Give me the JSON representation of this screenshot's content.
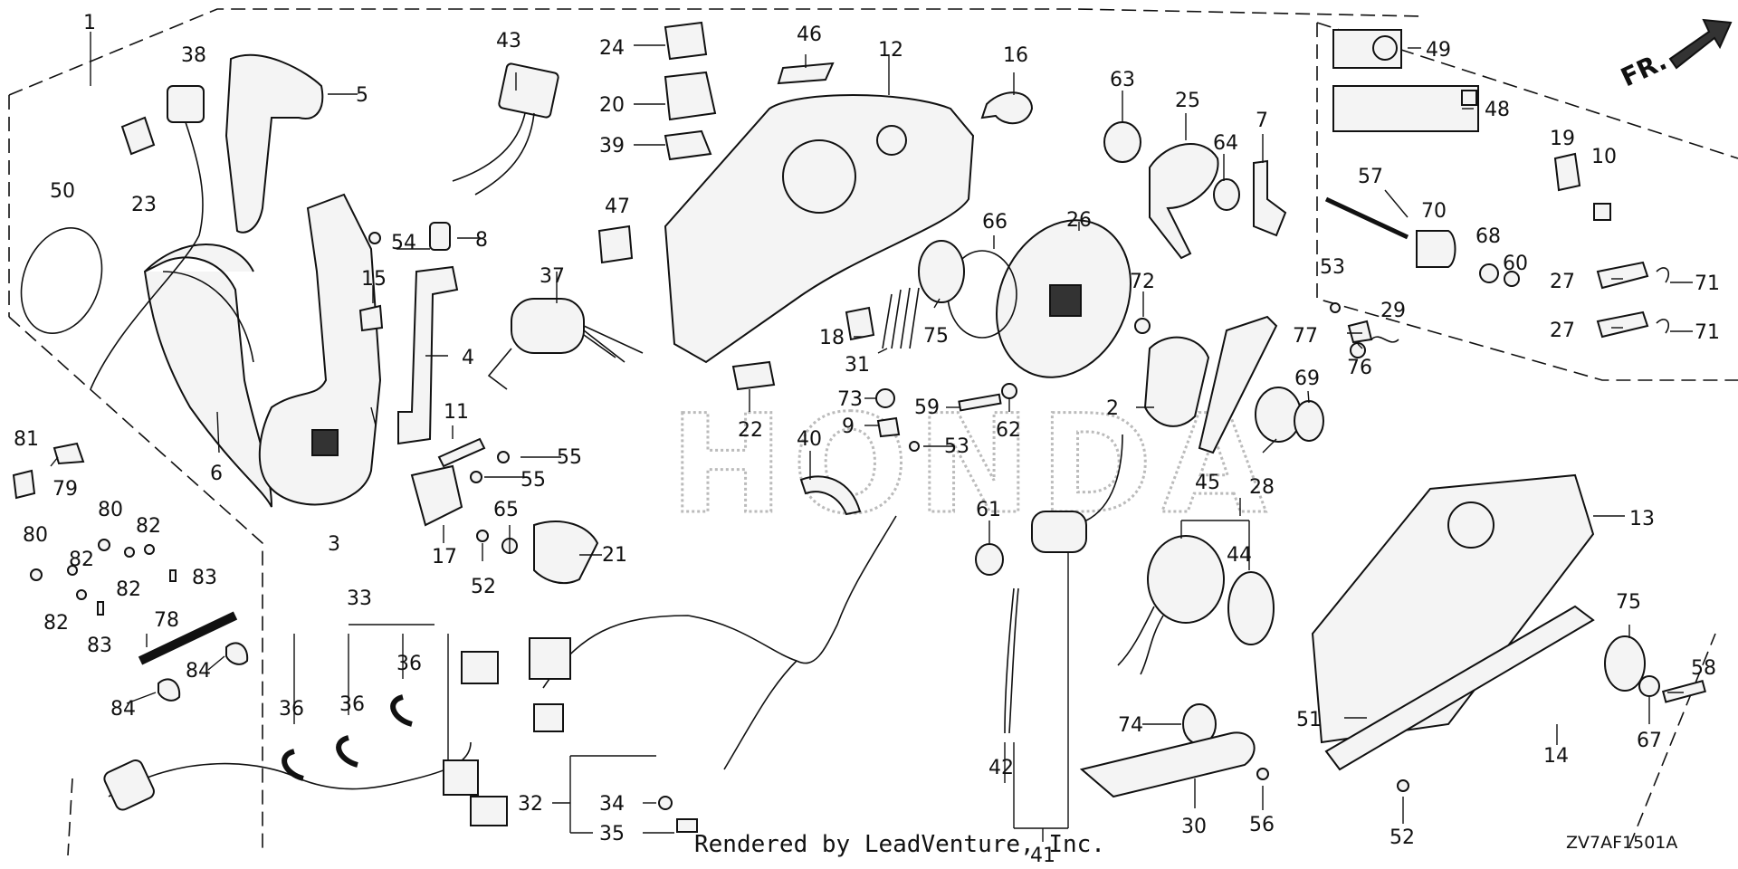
{
  "watermark": "HONDA",
  "credit": "Rendered by LeadVenture, Inc.",
  "diagram_code": "ZV7AF1501A",
  "direction_label": "FR.",
  "callouts": {
    "c1": "1",
    "c2": "2",
    "c3": "3",
    "c4": "4",
    "c5": "5",
    "c6": "6",
    "c7": "7",
    "c8": "8",
    "c9": "9",
    "c10": "10",
    "c11": "11",
    "c12": "12",
    "c13": "13",
    "c14": "14",
    "c15": "15",
    "c16": "16",
    "c17": "17",
    "c18": "18",
    "c19": "19",
    "c20": "20",
    "c21": "21",
    "c22": "22",
    "c23": "23",
    "c24": "24",
    "c25": "25",
    "c26": "26",
    "c27a": "27",
    "c27b": "27",
    "c28": "28",
    "c29": "29",
    "c30": "30",
    "c31": "31",
    "c32": "32",
    "c33": "33",
    "c34": "34",
    "c35": "35",
    "c36a": "36",
    "c36b": "36",
    "c36c": "36",
    "c37": "37",
    "c38": "38",
    "c39": "39",
    "c40": "40",
    "c41": "41",
    "c42": "42",
    "c43": "43",
    "c44": "44",
    "c45": "45",
    "c46": "46",
    "c47": "47",
    "c48": "48",
    "c49": "49",
    "c50": "50",
    "c51": "51",
    "c52a": "52",
    "c52b": "52",
    "c53a": "53",
    "c53b": "53",
    "c54": "54",
    "c55a": "55",
    "c55b": "55",
    "c56": "56",
    "c57": "57",
    "c58": "58",
    "c59": "59",
    "c60": "60",
    "c61": "61",
    "c62": "62",
    "c63": "63",
    "c64": "64",
    "c65": "65",
    "c66": "66",
    "c67": "67",
    "c68": "68",
    "c69": "69",
    "c70": "70",
    "c71a": "71",
    "c71b": "71",
    "c72": "72",
    "c73": "73",
    "c74": "74",
    "c75a": "75",
    "c75b": "75",
    "c76": "76",
    "c77": "77",
    "c78": "78",
    "c79": "79",
    "c80a": "80",
    "c80b": "80",
    "c81": "81",
    "c82a": "82",
    "c82b": "82",
    "c82c": "82",
    "c82d": "82",
    "c83a": "83",
    "c83b": "83",
    "c84a": "84",
    "c84b": "84"
  }
}
